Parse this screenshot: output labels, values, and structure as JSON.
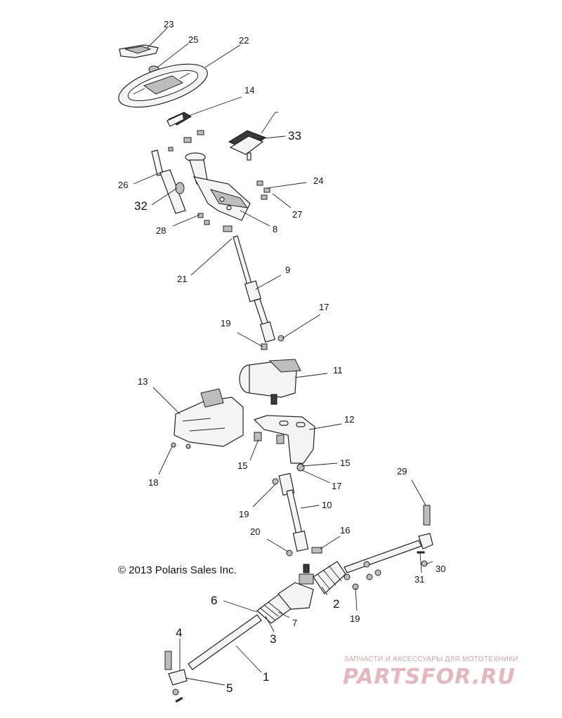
{
  "copyright": "© 2013 Polaris Sales Inc.",
  "watermark": {
    "tagline": "ЗАПЧАСТИ И АКСЕССУАРЫ ДЛЯ МОТОТЕХНИКИ",
    "logo": "PARTSFOR.RU",
    "color": "#e3b7bb"
  },
  "callouts": {
    "c1": "1",
    "c2": "2",
    "c3": "3",
    "c4": "4",
    "c5": "5",
    "c6": "6",
    "c7": "7",
    "c8": "8",
    "c9": "9",
    "c10": "10",
    "c11": "11",
    "c12": "12",
    "c13": "13",
    "c14": "14",
    "c15a": "15",
    "c15b": "15",
    "c16": "16",
    "c17a": "17",
    "c17b": "17",
    "c18": "18",
    "c19a": "19",
    "c19b": "19",
    "c19c": "19",
    "c20": "20",
    "c21": "21",
    "c22": "22",
    "c23": "23",
    "c24": "24",
    "c25": "25",
    "c26": "26",
    "c27": "27",
    "c28": "28",
    "c29": "29",
    "c30": "30",
    "c31": "31",
    "c32": "32",
    "c33": "33"
  }
}
